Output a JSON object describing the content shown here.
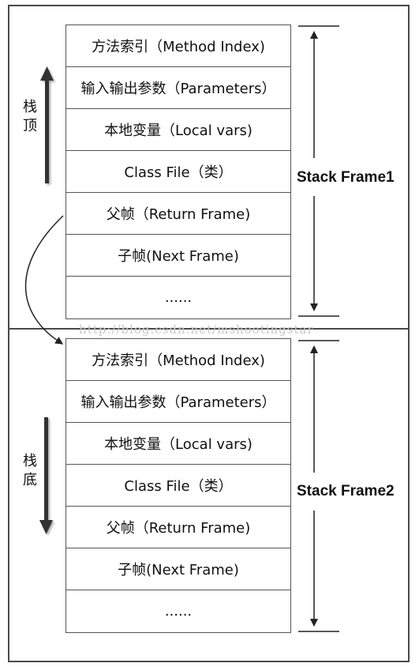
{
  "frames": [
    {
      "label": "Stack Frame1",
      "side_label": [
        "栈",
        "顶"
      ],
      "side_arrow": "up",
      "cells": [
        "方法索引（Method Index)",
        "输入输出参数（Parameters）",
        "本地变量（Local vars)",
        "Class File（类）",
        "父帧（Return Frame)",
        "子帧(Next Frame)",
        "......"
      ]
    },
    {
      "label": "Stack Frame2",
      "side_label": [
        "栈",
        "底"
      ],
      "side_arrow": "down",
      "cells": [
        "方法索引（Method Index)",
        "输入输出参数（Parameters）",
        "本地变量（Local vars)",
        "Class File（类）",
        "父帧（Return Frame)",
        "子帧(Next Frame)",
        "......"
      ]
    }
  ],
  "watermark": "http://blog.csdn.net/mshootingstar"
}
